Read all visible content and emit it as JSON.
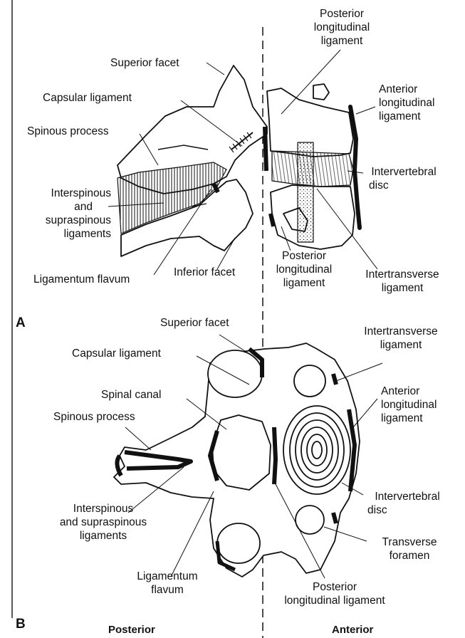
{
  "panel_a": {
    "letter": "A",
    "labels": {
      "posterior_longitudinal_ligament_top": [
        "Posterior",
        "longitudinal",
        "ligament"
      ],
      "superior_facet": "Superior facet",
      "capsular_ligament": "Capsular ligament",
      "spinous_process": "Spinous process",
      "interspinous_supraspinous": [
        "Interspinous",
        "and",
        "supraspinous",
        "ligaments"
      ],
      "ligamentum_flavum": "Ligamentum flavum",
      "inferior_facet": "Inferior facet",
      "posterior_longitudinal_ligament_bottom": [
        "Posterior",
        "longitudinal",
        "ligament"
      ],
      "anterior_longitudinal_ligament": [
        "Anterior",
        "longitudinal",
        "ligament"
      ],
      "intervertebral_disc": [
        "Intervertebral",
        "disc"
      ],
      "intertransverse_ligament": [
        "Intertransverse",
        "ligament"
      ]
    }
  },
  "panel_b": {
    "letter": "B",
    "labels": {
      "superior_facet": "Superior facet",
      "capsular_ligament": "Capsular ligament",
      "spinal_canal": "Spinal canal",
      "spinous_process": "Spinous process",
      "interspinous_supraspinous": [
        "Interspinous",
        "and supraspinous",
        "ligaments"
      ],
      "ligamentum_flavum": [
        "Ligamentum",
        "flavum"
      ],
      "posterior_longitudinal_ligament": [
        "Posterior",
        "longitudinal ligament"
      ],
      "intertransverse_ligament": [
        "Intertransverse",
        "ligament"
      ],
      "anterior_longitudinal_ligament": [
        "Anterior",
        "longitudinal",
        "ligament"
      ],
      "intervertebral_disc": [
        "Intervertebral",
        "disc"
      ],
      "transverse_foramen": [
        "Transverse",
        "foramen"
      ]
    }
  },
  "footer": {
    "posterior": "Posterior",
    "anterior": "Anterior"
  }
}
